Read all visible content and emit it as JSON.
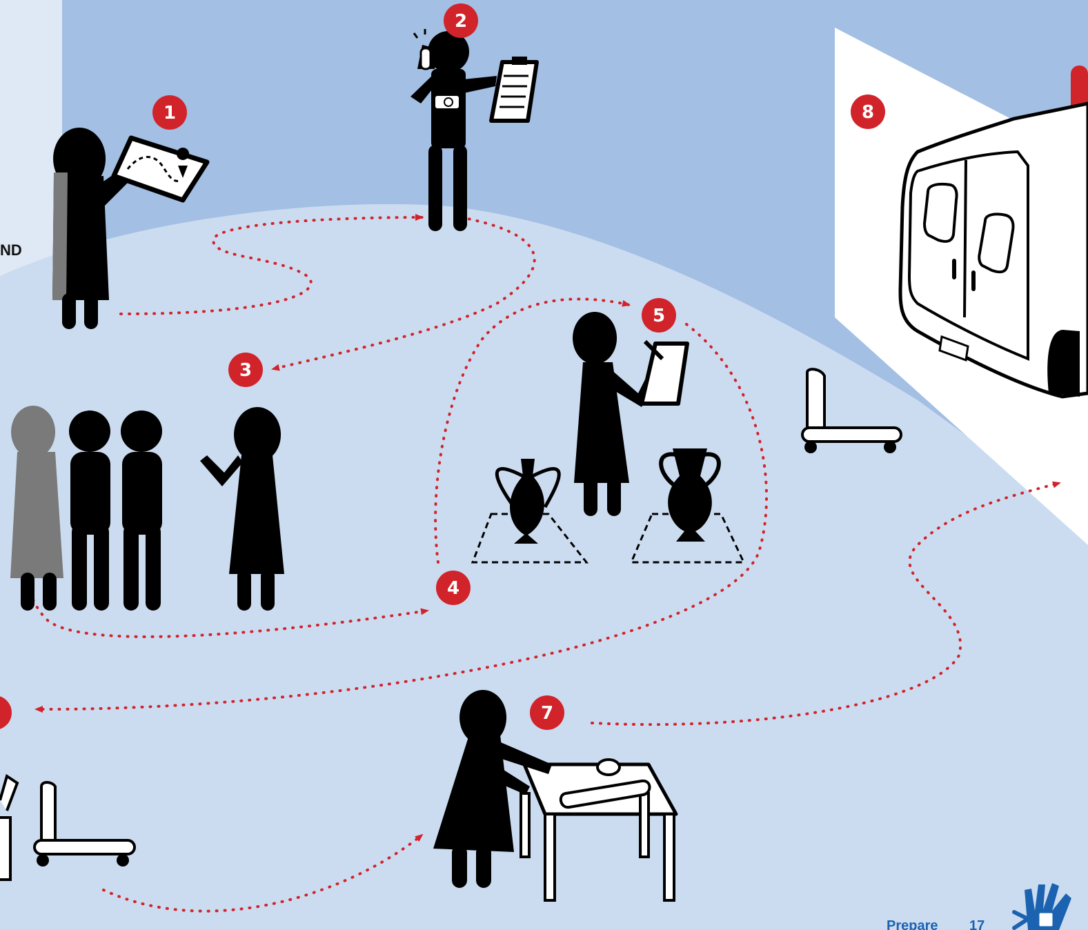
{
  "colors": {
    "sky": "#a3bfe3",
    "floor": "#ccdcf0",
    "accent_red": "#d1232a",
    "silhouette": "#000000",
    "faded_silhouette": "#7a7a7a",
    "brand_blue": "#1b63b0"
  },
  "steps": [
    "1",
    "2",
    "3",
    "4",
    "5",
    "7",
    "8"
  ],
  "edge_label": "ND",
  "footer": {
    "section": "Prepare",
    "page": "17"
  },
  "icons": [
    "tablet-map-icon",
    "clipboard-icon",
    "camera-icon",
    "phone-icon",
    "vase-icon",
    "cart-icon",
    "van-icon",
    "hand-logo-icon"
  ]
}
